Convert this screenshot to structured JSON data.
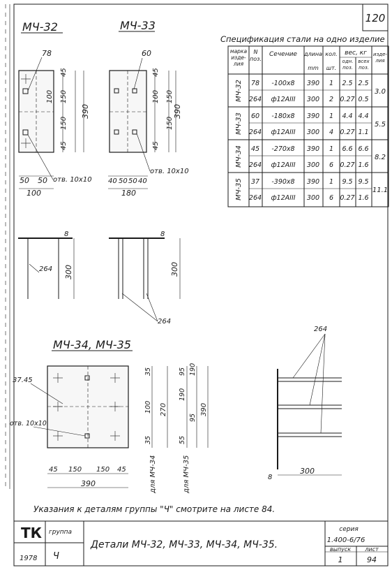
{
  "sheet_number": "120",
  "spec": {
    "title": "Спецификация стали на одно изделие",
    "headers": {
      "mark": "марка изде-лия",
      "pos": "N поз.",
      "section": "Сечение",
      "length_top": "длина",
      "length_unit": "mm",
      "qty_top": "кол.",
      "qty_unit": "шт.",
      "weight": "вес, кг",
      "w_one": "одн. поз.",
      "w_all": "всех поз.",
      "w_item": "изде-лия"
    },
    "groups": [
      {
        "mark": "МЧ-32",
        "total": "3.0",
        "rows": [
          {
            "pos": "78",
            "section": "-100х8",
            "length": "390",
            "qty": "1",
            "w1": "2.5",
            "wall": "2.5"
          },
          {
            "pos": "264",
            "section": "ф12АIII",
            "length": "300",
            "qty": "2",
            "w1": "0.27",
            "wall": "0.5"
          }
        ]
      },
      {
        "mark": "МЧ-33",
        "total": "5.5",
        "rows": [
          {
            "pos": "60",
            "section": "-180х8",
            "length": "390",
            "qty": "1",
            "w1": "4.4",
            "wall": "4.4"
          },
          {
            "pos": "264",
            "section": "ф12АIII",
            "length": "300",
            "qty": "4",
            "w1": "0.27",
            "wall": "1.1"
          }
        ]
      },
      {
        "mark": "МЧ-34",
        "total": "8.2",
        "rows": [
          {
            "pos": "45",
            "section": "-270х8",
            "length": "390",
            "qty": "1",
            "w1": "6.6",
            "wall": "6.6"
          },
          {
            "pos": "264",
            "section": "ф12АIII",
            "length": "300",
            "qty": "6",
            "w1": "0.27",
            "wall": "1.6"
          }
        ]
      },
      {
        "mark": "МЧ-35",
        "total": "11.1",
        "rows": [
          {
            "pos": "37",
            "section": "-390х8",
            "length": "390",
            "qty": "1",
            "w1": "9.5",
            "wall": "9.5"
          },
          {
            "pos": "264",
            "section": "ф12АIII",
            "length": "300",
            "qty": "6",
            "w1": "0.27",
            "wall": "1.6"
          }
        ]
      }
    ]
  },
  "views": {
    "mch32": {
      "title": "МЧ-32",
      "pos_label": "78",
      "hole_label": "отв. 10х10",
      "dims_bottom": [
        "50",
        "50",
        "100"
      ],
      "dims_vertical": [
        "45",
        "100",
        "150",
        "150",
        "45",
        "390"
      ]
    },
    "mch33": {
      "title": "МЧ-33",
      "pos_label": "60",
      "hole_label": "отв. 10х10",
      "dims_bottom": [
        "40",
        "50",
        "50",
        "40",
        "180"
      ],
      "dims_vertical": [
        "45",
        "100",
        "150",
        "150",
        "45",
        "390"
      ]
    },
    "side1": {
      "thk": "8",
      "bar": "264",
      "len": "300"
    },
    "side2": {
      "thk": "8",
      "bar": "264",
      "len": "300"
    },
    "mch3435": {
      "title": "МЧ-34, МЧ-35",
      "pos_label": "37.45",
      "hole_label": "отв. 10х10",
      "dims_bottom": [
        "45",
        "150",
        "150",
        "45",
        "390"
      ],
      "dims_a": [
        "35",
        "100",
        "35",
        "270"
      ],
      "dims_b": [
        "95",
        "190",
        "55",
        "190",
        "95",
        "390"
      ],
      "note_a": "для МЧ-34",
      "note_b": "для МЧ-35"
    },
    "side3": {
      "bar": "264",
      "len": "300",
      "thk": "8"
    }
  },
  "note": "Указания к деталям группы \"Ч\" смотрите на листе 84.",
  "stamp": {
    "org": "ТК",
    "group_label": "группа",
    "group": "Ч",
    "year": "1978",
    "title": "Детали МЧ-32, МЧ-33, МЧ-34, МЧ-35.",
    "series_label": "серия",
    "series": "1.400-6/76",
    "issue_label": "выпуск",
    "issue": "1",
    "sheet_label": "лист",
    "sheet": "94"
  }
}
